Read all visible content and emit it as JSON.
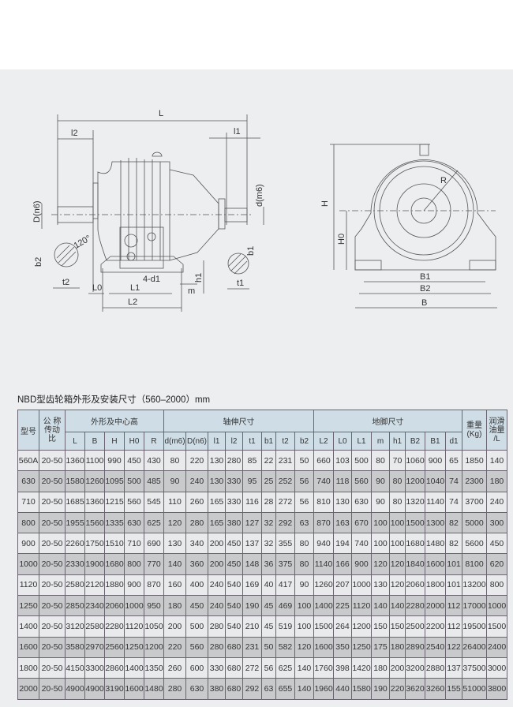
{
  "document": {
    "title": "NBD型齿轮箱外形及安装尺寸（560–2000）mm",
    "drawing_labels": {
      "L": "L",
      "l2": "l2",
      "l1": "l1",
      "D_n6": "D(n6)",
      "d_m6": "d(m6)",
      "angle": "120°",
      "b2": "b2",
      "t2": "t2",
      "b1": "b1",
      "t1": "t1",
      "L0": "L0",
      "L1": "L1",
      "L2": "L2",
      "d1": "4-d1",
      "m": "m",
      "h1": "h1",
      "H": "H",
      "H0": "H0",
      "R": "R",
      "B1": "B1",
      "B2": "B2",
      "B": "B"
    }
  },
  "table": {
    "group_headers": {
      "model": "型号",
      "ratio": "公 称 传动 比",
      "outline": "外形及中心高",
      "shaft": "轴伸尺寸",
      "foot": "地脚尺寸",
      "weight": "重量 (Kg)",
      "oil": "润滑 油量 /L"
    },
    "columns": [
      "L",
      "B",
      "H",
      "H0",
      "R",
      "d(m6)",
      "D(n6)",
      "l1",
      "l2",
      "t1",
      "b1",
      "t2",
      "b2",
      "L2",
      "L0",
      "L1",
      "m",
      "h1",
      "B2",
      "B1",
      "d1"
    ],
    "rows": [
      [
        "560A",
        "20-50",
        "1360",
        "1100",
        "990",
        "450",
        "430",
        "80",
        "220",
        "130",
        "280",
        "85",
        "22",
        "231",
        "50",
        "660",
        "103",
        "500",
        "80",
        "70",
        "1060",
        "900",
        "65",
        "1850",
        "140"
      ],
      [
        "630",
        "20-50",
        "1580",
        "1260",
        "1095",
        "500",
        "485",
        "90",
        "240",
        "130",
        "330",
        "95",
        "25",
        "252",
        "56",
        "740",
        "118",
        "560",
        "90",
        "80",
        "1200",
        "1040",
        "74",
        "2300",
        "180"
      ],
      [
        "710",
        "20-50",
        "1685",
        "1360",
        "1215",
        "560",
        "545",
        "110",
        "260",
        "165",
        "330",
        "116",
        "28",
        "272",
        "56",
        "810",
        "130",
        "630",
        "90",
        "80",
        "1320",
        "1140",
        "74",
        "3700",
        "240"
      ],
      [
        "800",
        "20-50",
        "1955",
        "1560",
        "1335",
        "630",
        "625",
        "120",
        "280",
        "165",
        "380",
        "127",
        "32",
        "292",
        "63",
        "870",
        "163",
        "670",
        "100",
        "100",
        "1500",
        "1300",
        "82",
        "5000",
        "300"
      ],
      [
        "900",
        "20-50",
        "2260",
        "1750",
        "1510",
        "710",
        "690",
        "130",
        "340",
        "200",
        "450",
        "137",
        "32",
        "355",
        "80",
        "940",
        "194",
        "740",
        "100",
        "100",
        "1680",
        "1480",
        "82",
        "5600",
        "450"
      ],
      [
        "1000",
        "20-50",
        "2330",
        "1900",
        "1680",
        "800",
        "770",
        "140",
        "360",
        "200",
        "450",
        "148",
        "36",
        "375",
        "80",
        "1140",
        "166",
        "900",
        "120",
        "120",
        "1840",
        "1600",
        "101",
        "8100",
        "620"
      ],
      [
        "1120",
        "20-50",
        "2580",
        "2120",
        "1880",
        "900",
        "870",
        "160",
        "400",
        "240",
        "540",
        "169",
        "40",
        "417",
        "90",
        "1260",
        "207",
        "1000",
        "130",
        "120",
        "2060",
        "1800",
        "101",
        "13200",
        "800"
      ],
      [
        "1250",
        "20-50",
        "2850",
        "2340",
        "2060",
        "1000",
        "950",
        "180",
        "450",
        "240",
        "540",
        "190",
        "45",
        "469",
        "100",
        "1400",
        "225",
        "1120",
        "140",
        "140",
        "2280",
        "2000",
        "112",
        "17000",
        "1000"
      ],
      [
        "1400",
        "20-50",
        "3120",
        "2580",
        "2280",
        "1120",
        "1050",
        "200",
        "500",
        "280",
        "540",
        "210",
        "45",
        "519",
        "100",
        "1500",
        "264",
        "1200",
        "150",
        "150",
        "2500",
        "2200",
        "112",
        "19500",
        "1500"
      ],
      [
        "1600",
        "20-50",
        "3580",
        "2970",
        "2560",
        "1250",
        "1200",
        "220",
        "560",
        "280",
        "680",
        "231",
        "50",
        "582",
        "120",
        "1600",
        "350",
        "1250",
        "175",
        "180",
        "2890",
        "2540",
        "122",
        "26400",
        "2400"
      ],
      [
        "1800",
        "20-50",
        "4150",
        "3300",
        "2860",
        "1400",
        "1350",
        "260",
        "600",
        "330",
        "680",
        "272",
        "56",
        "625",
        "140",
        "1760",
        "398",
        "1420",
        "180",
        "200",
        "3200",
        "2880",
        "137",
        "37500",
        "3000"
      ],
      [
        "2000",
        "20-50",
        "4900",
        "4900",
        "3190",
        "1600",
        "1480",
        "280",
        "630",
        "380",
        "680",
        "292",
        "63",
        "655",
        "140",
        "1960",
        "440",
        "1580",
        "190",
        "220",
        "3620",
        "3260",
        "155",
        "51000",
        "3800"
      ]
    ]
  }
}
